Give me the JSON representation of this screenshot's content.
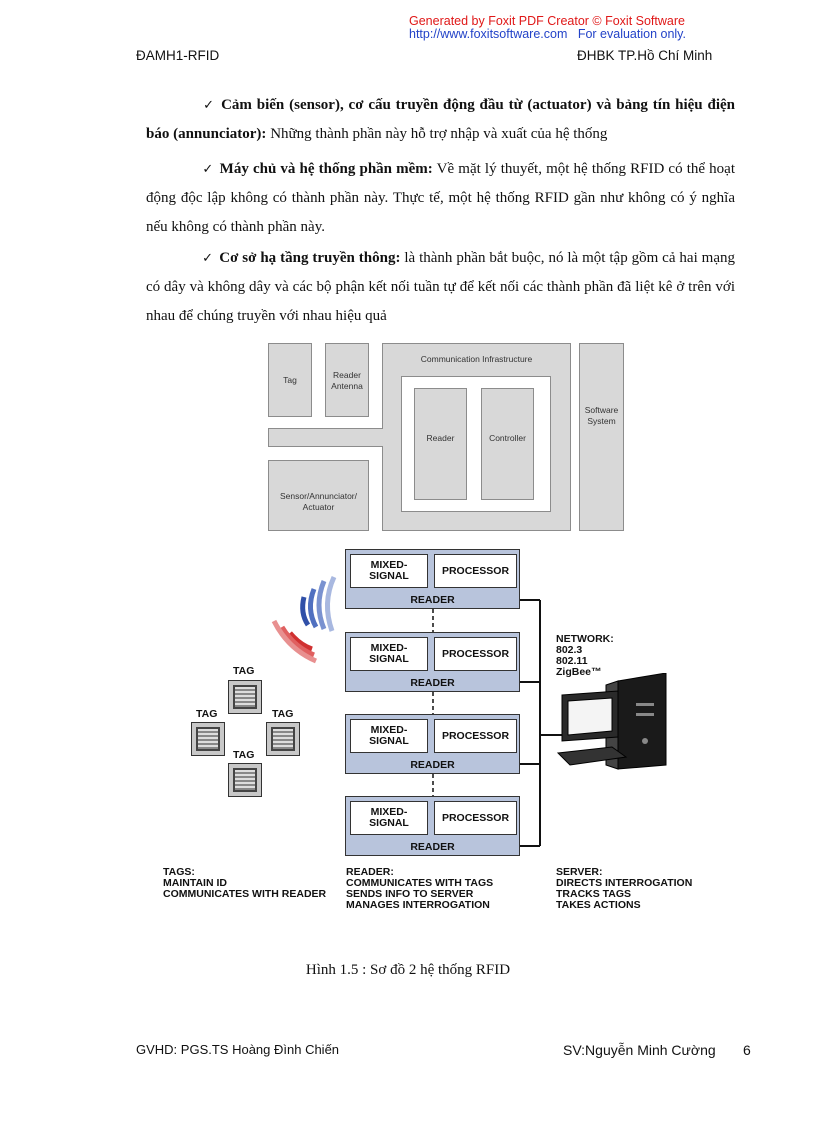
{
  "watermark": {
    "line1": "Generated by Foxit PDF Creator © Foxit Software",
    "url": "http://www.foxitsoftware.com",
    "eval": "For evaluation only."
  },
  "header": {
    "left": "ĐAMH1-RFID",
    "right": "ĐHBK TP.Hồ Chí Minh"
  },
  "paragraphs": [
    {
      "bold": "Cảm biến (sensor), cơ cấu truyền động đầu từ (actuator) và bảng tín hiệu điện báo (annunciator):",
      "text": " Những thành phần này hỗ trợ nhập và xuất của hệ thống"
    },
    {
      "bold": "Máy chủ và hệ thống phần mềm:",
      "text": " Về mặt lý thuyết, một hệ thống RFID có thể hoạt động độc lập không có thành phần này. Thực tế, một hệ thống RFID gần như không có ý nghĩa nếu không có thành phần này."
    },
    {
      "bold": "Cơ sở hạ tầng truyền thông:",
      "text": " là thành phần bắt buộc, nó là một tập gồm cả hai mạng có dây và không dây và các bộ phận kết nối tuần tự để kết nối các thành phần đã liệt kê ở trên với nhau để chúng truyền với nhau hiệu quả"
    }
  ],
  "check_icon": "checkmark-icon",
  "diagram1": {
    "tag": "Tag",
    "reader_antenna": "Reader Antenna",
    "comm_infra": "Communication Infrastructure",
    "software_system": "Software System",
    "reader": "Reader",
    "controller": "Controller",
    "sensor": "Sensor/Annunciator/ Actuator"
  },
  "diagram2": {
    "readers": [
      {
        "mixed": "MIXED- SIGNAL",
        "processor": "PROCESSOR",
        "label": "READER"
      },
      {
        "mixed": "MIXED- SIGNAL",
        "processor": "PROCESSOR",
        "label": "READER"
      },
      {
        "mixed": "MIXED- SIGNAL",
        "processor": "PROCESSOR",
        "label": "READER"
      },
      {
        "mixed": "MIXED- SIGNAL",
        "processor": "PROCESSOR",
        "label": "READER"
      }
    ],
    "network_title": "NETWORK:",
    "network_items": [
      "802.3",
      "802.11",
      "ZigBee™"
    ],
    "tag_label": "TAG",
    "tags_caption": [
      "TAGS:",
      "MAINTAIN ID",
      "COMMUNICATES WITH READER"
    ],
    "reader_caption": [
      "READER:",
      "COMMUNICATES WITH TAGS",
      "SENDS INFO TO SERVER",
      "MANAGES INTERROGATION"
    ],
    "server_caption": [
      "SERVER:",
      "DIRECTS INTERROGATION",
      "TRACKS TAGS",
      "TAKES ACTIONS"
    ],
    "colors": {
      "reader_fill": "#b8c4dc",
      "wave_red": "#d03030",
      "wave_blue": "#3050a8"
    }
  },
  "caption": "Hình 1.5 : Sơ đồ 2 hệ thống RFID",
  "footer": {
    "left": "GVHD: PGS.TS Hoàng Đình Chiến",
    "right": "SV:Nguyễn Minh Cường",
    "page": "6"
  }
}
